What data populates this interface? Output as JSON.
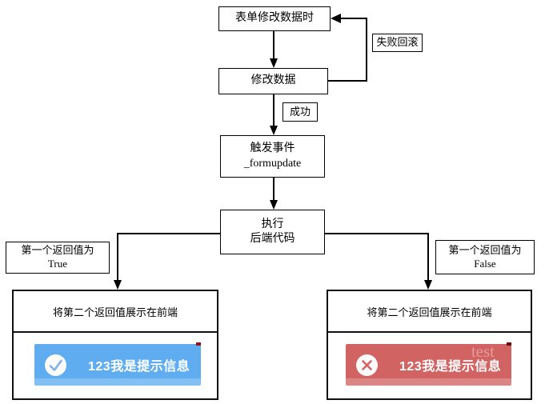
{
  "colors": {
    "toast_success_bg": "#5fadf0",
    "toast_error_bg": "#d26363",
    "box_border": "#000000",
    "toast_text": "#ffffff"
  },
  "nodes": {
    "form_update": {
      "label": "表单修改数据时"
    },
    "modify_data": {
      "label": "修改数据"
    },
    "trigger_event": {
      "line1": "触发事件",
      "line2": "_formupdate"
    },
    "execute_backend": {
      "line1": "执行",
      "line2": "后端代码"
    }
  },
  "edge_labels": {
    "fail_rollback": "失败回滚",
    "success": "成功"
  },
  "branch_labels": {
    "true": {
      "line1": "第一个返回值为",
      "line2": "True"
    },
    "false": {
      "line1": "第一个返回值为",
      "line2": "False"
    }
  },
  "result_left": {
    "header": "将第二个返回值展示在前端",
    "toast": {
      "message": "123我是提示信息",
      "icon": "check-icon"
    }
  },
  "result_right": {
    "header": "将第二个返回值展示在前端",
    "toast": {
      "message": "123我是提示信息",
      "icon": "close-icon",
      "watermark": "test"
    }
  }
}
